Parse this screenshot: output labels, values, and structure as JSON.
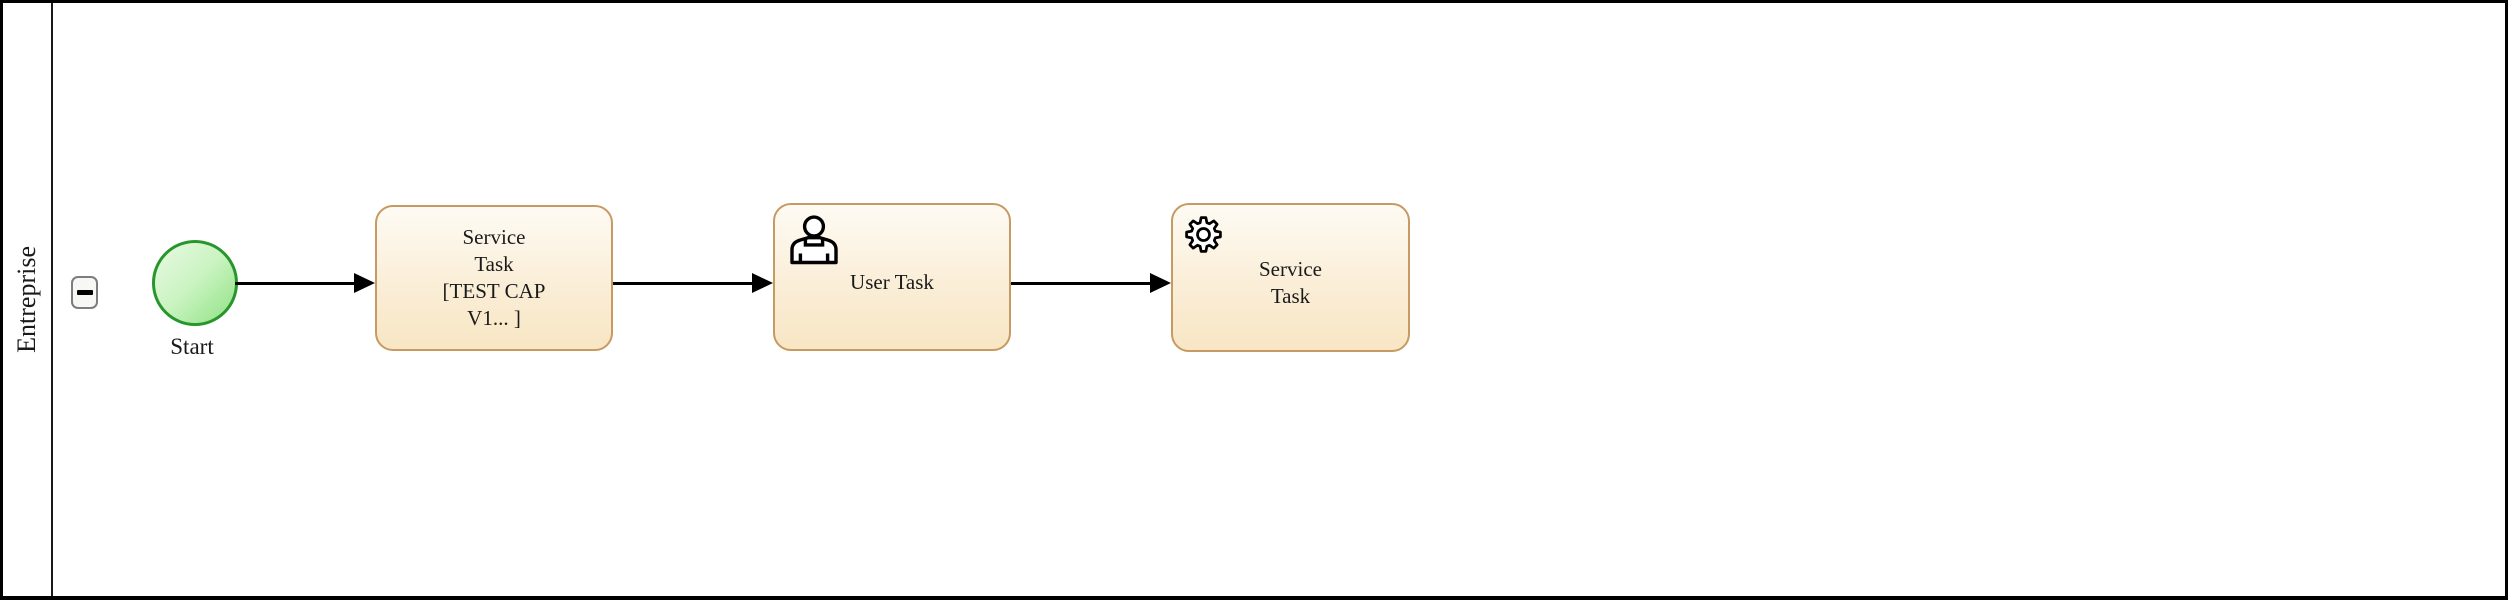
{
  "pool": {
    "label": "Entreprise",
    "collapse_button": {
      "icon": "minus-icon"
    }
  },
  "nodes": {
    "start": {
      "type": "start-event",
      "label": "Start"
    },
    "service_task_1": {
      "type": "service-task",
      "label_lines": [
        "Service",
        "Task",
        "[TEST CAP",
        "V1... ]"
      ]
    },
    "user_task": {
      "type": "user-task",
      "label": "User Task",
      "icon": "user-icon"
    },
    "service_task_2": {
      "type": "service-task",
      "label_lines": [
        "Service",
        "Task"
      ],
      "icon": "gear-icon"
    }
  },
  "flows": [
    {
      "from": "start",
      "to": "service_task_1"
    },
    {
      "from": "service_task_1",
      "to": "user_task"
    },
    {
      "from": "user_task",
      "to": "service_task_2"
    }
  ],
  "colors": {
    "task_border": "#c69a62",
    "task_fill_top": "#fefbf4",
    "task_fill_bottom": "#f8e6c4",
    "event_border": "#27962b",
    "event_fill_light": "#e9fae4",
    "event_fill_dark": "#8fe284",
    "flow": "#000000",
    "pool_border": "#000000",
    "collapse_border": "#7d7d7d",
    "text": "#1a1a1a"
  }
}
